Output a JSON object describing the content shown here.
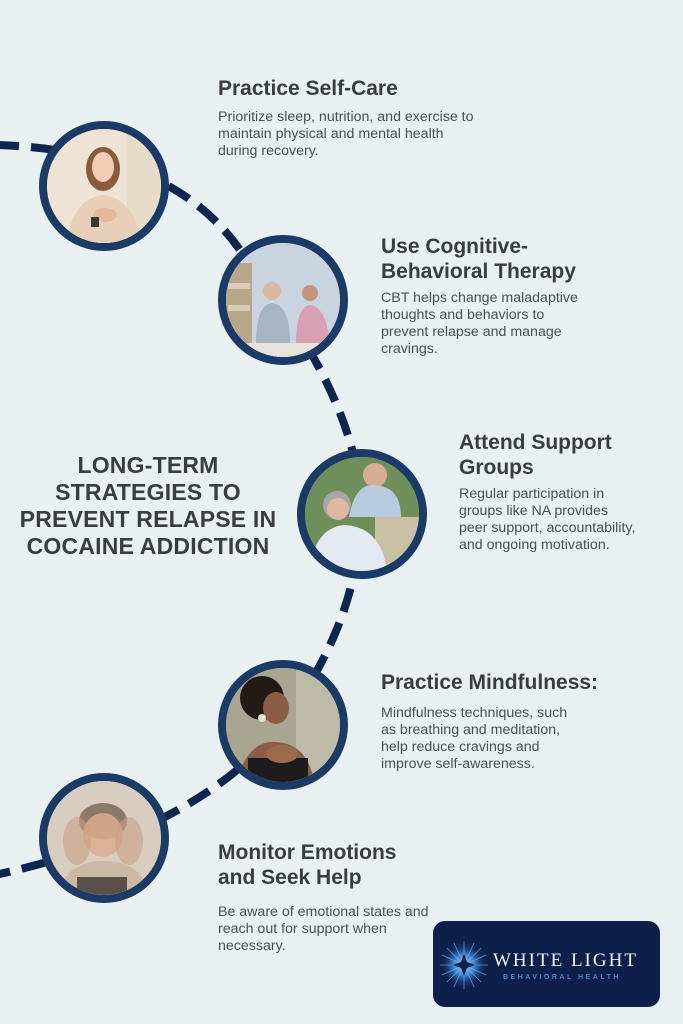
{
  "title": "LONG-TERM STRATEGIES TO PREVENT RELAPSE IN COCAINE ADDICTION",
  "colors": {
    "background": "#e8f0f2",
    "accent_navy": "#1c3a66",
    "text_dark": "#3a3c3f",
    "logo_bg": "#0f1f4c",
    "logo_sub": "#4f86c9"
  },
  "steps": [
    {
      "heading": "Practice Self-Care",
      "body": "Prioritize sleep, nutrition, and exercise to maintain physical and mental health during recovery.",
      "image": "woman-meditating-photo"
    },
    {
      "heading": "Use Cognitive-Behavioral Therapy",
      "body": "CBT helps change maladaptive thoughts and behaviors to prevent relapse and manage cravings.",
      "image": "therapy-session-photo"
    },
    {
      "heading": "Attend Support Groups",
      "body": "Regular participation in groups like NA provides peer support, accountability, and ongoing motivation.",
      "image": "caregiver-support-photo"
    },
    {
      "heading": "Practice Mindfulness:",
      "body": "Mindfulness techniques, such as breathing and meditation, help reduce cravings and improve self-awareness.",
      "image": "woman-breathing-photo"
    },
    {
      "heading": "Monitor Emotions and Seek Help",
      "body": "Be aware of emotional states and reach out for support when necessary.",
      "image": "distressed-man-photo"
    }
  ],
  "logo": {
    "name": "WHITE LIGHT",
    "subtitle": "BEHAVIORAL HEALTH",
    "icon": "starburst-icon"
  }
}
